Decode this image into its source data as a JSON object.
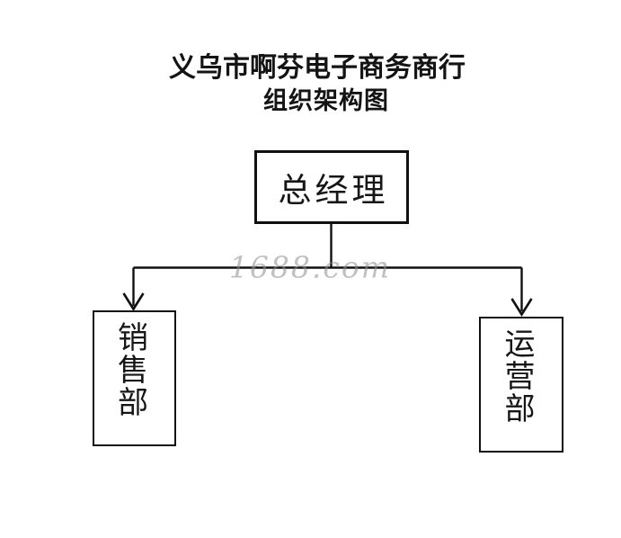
{
  "title": {
    "line1": "义乌市啊芬电子商务商行",
    "line2": "组织架构图"
  },
  "org": {
    "root": {
      "label": "总经理"
    },
    "departments": [
      {
        "label": "销售部"
      },
      {
        "label": "运营部"
      }
    ]
  },
  "watermark": {
    "text": "1688.com"
  },
  "colors": {
    "line": "#111111",
    "text": "#141414",
    "watermark_gray": "#8f8f8f",
    "background": "#ffffff"
  }
}
